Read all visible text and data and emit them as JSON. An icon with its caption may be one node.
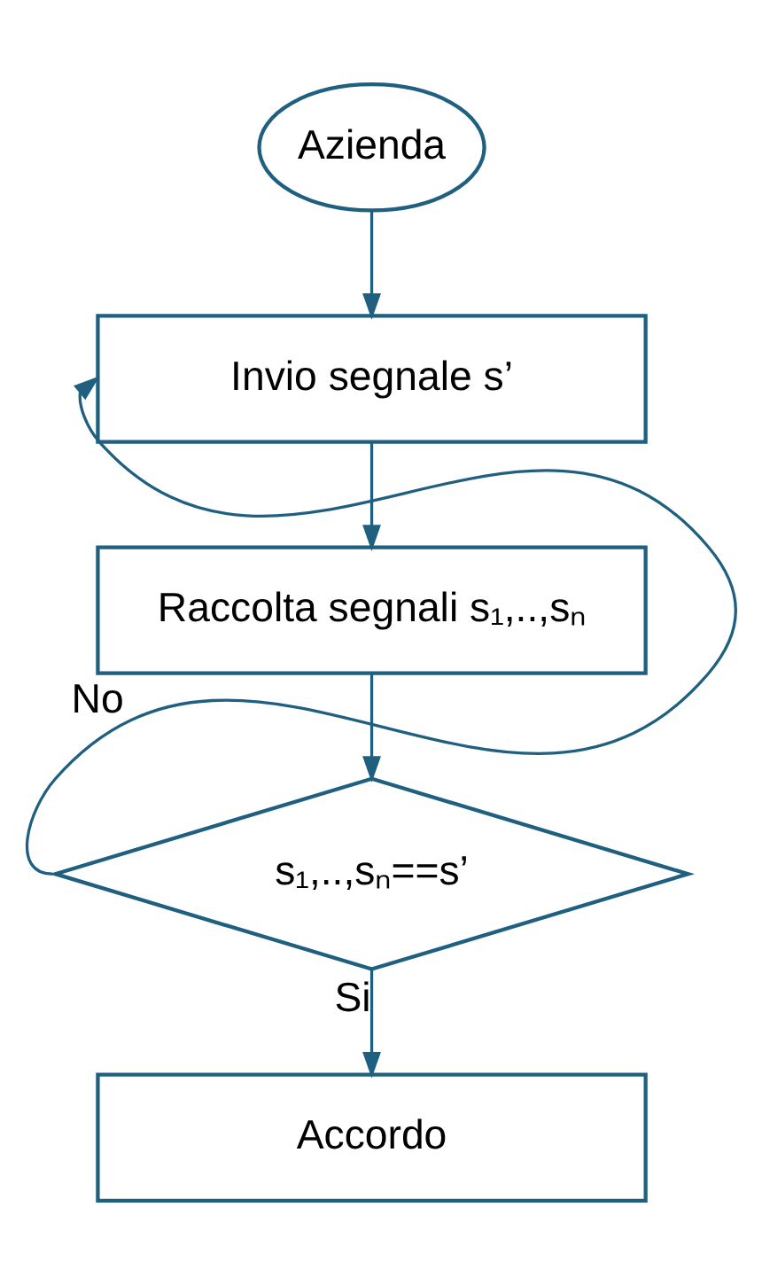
{
  "diagram": {
    "nodes": [
      {
        "text": [
          "Azienda"
        ]
      },
      {
        "text": [
          "Invio segnale s’"
        ]
      },
      {
        "text": [
          "Raccolta segnali s₁,..,sₙ"
        ]
      },
      {
        "text": [
          "s₁,..,sₙ==s’"
        ]
      },
      {
        "text": [
          "Accordo"
        ]
      }
    ],
    "edges": [
      {
        "from": 0,
        "to": 1,
        "arrow": "to"
      },
      {
        "from": 1,
        "to": 2,
        "arrow": "to"
      },
      {
        "from": 2,
        "to": 3,
        "arrow": "to"
      },
      {
        "from": 3,
        "to": 1,
        "arrow": "to",
        "label": "No"
      },
      {
        "from": 3,
        "to": 4,
        "arrow": "to",
        "label": "Si"
      }
    ]
  }
}
